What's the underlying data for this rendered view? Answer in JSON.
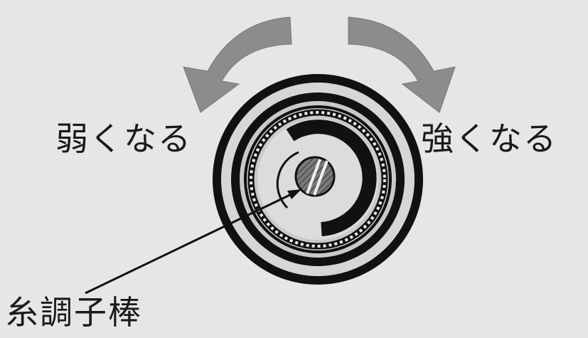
{
  "labels": {
    "weaker": "弱くなる",
    "stronger": "強くなる",
    "part": "糸調子棒"
  },
  "colors": {
    "background": "#e6e6e6",
    "arrow": "#8c8c8c",
    "outline": "#111111",
    "ring": "#c9c9c9"
  },
  "icons": {
    "left_arrow": "curved-arrow-counterclockwise-icon",
    "right_arrow": "curved-arrow-clockwise-icon",
    "dial": "tension-dial-icon",
    "screw": "slotted-screw-icon"
  }
}
